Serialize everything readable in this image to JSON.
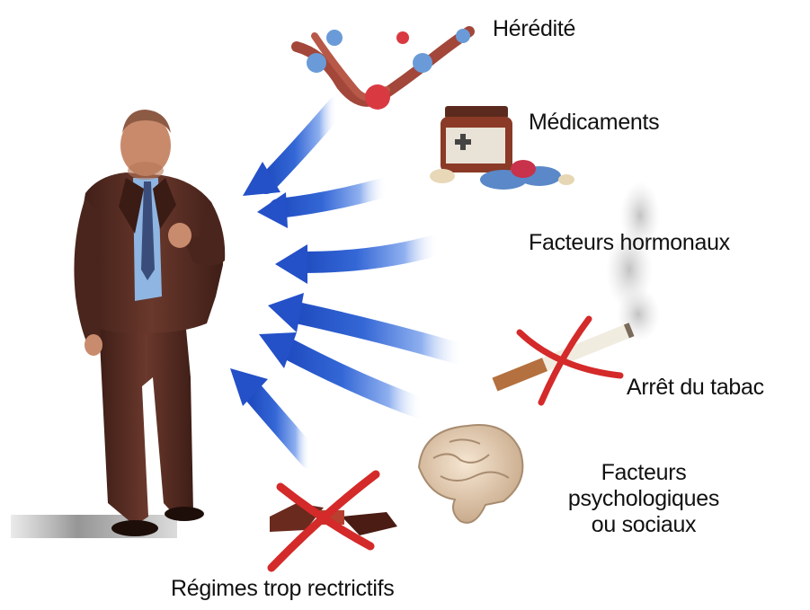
{
  "factors": {
    "heredite": "Hérédité",
    "medicaments": "Médicaments",
    "hormonaux": "Facteurs hormonaux",
    "tabac": "Arrêt du tabac",
    "psycho_lines": [
      "Facteurs",
      "psychologiques",
      "ou sociaux"
    ],
    "regimes": "Régimes trop rectrictifs"
  },
  "icons": {
    "person": "overweight-man-figure",
    "heredite": "dna-helix-icon",
    "medicaments": "medicine-bottle-and-pills-icon",
    "hormonaux": "smoke-haze-icon",
    "tabac": "crossed-out-cigarette-icon",
    "psycho": "brain-icon",
    "regimes": "crossed-out-chocolate-icon"
  },
  "colors": {
    "arrow": "#2f5fd0",
    "cross": "#d42a2a",
    "suit": "#5a2f25",
    "shirt": "#8fb5e2"
  }
}
